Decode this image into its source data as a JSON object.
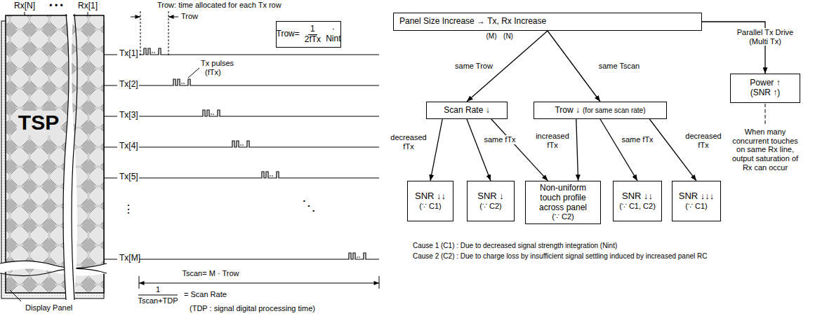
{
  "diagram": {
    "nodes": [
      {
        "text": [
          "Trow=",
          "1",
          "2fTx",
          "· Nint"
        ]
      },
      {
        "text": [
          "Panel Size Increase → Tx, Rx Increase"
        ]
      },
      {
        "text": [
          "Scan Rate ↓"
        ]
      },
      {
        "text": [
          "Trow ↓",
          "(for same scan rate)"
        ]
      },
      {
        "text": [
          "Power ↑",
          "(SNR ↑)"
        ]
      },
      {
        "text": [
          "SNR ↓↓",
          "(∵ C1)"
        ]
      },
      {
        "text": [
          "SNR ↓",
          "(∵ C2)"
        ]
      },
      {
        "text": [
          "Non-uniform touch profile across panel",
          "(∵ C2)"
        ]
      },
      {
        "text": [
          "SNR ↓↓",
          "(∵ C1, C2)"
        ]
      },
      {
        "text": [
          "SNR ↓↓↓",
          "(∵ C1)"
        ]
      }
    ],
    "edges": [
      {
        "from": 1,
        "to": 2,
        "arrow": "to",
        "label": "same Trow"
      },
      {
        "from": 1,
        "to": 3,
        "arrow": "to",
        "label": "same Tscan"
      },
      {
        "from": 1,
        "to": 4,
        "arrow": "to",
        "label": "Parallel Tx Drive (Multi Tx)"
      },
      {
        "from": 2,
        "to": 5,
        "arrow": "to",
        "label": "decreased fTx"
      },
      {
        "from": 2,
        "to": 6,
        "arrow": "to",
        "label": "same fTx"
      },
      {
        "from": 2,
        "to": 7,
        "arrow": "to"
      },
      {
        "from": 3,
        "to": 7,
        "arrow": "to",
        "label": "increased fTx"
      },
      {
        "from": 3,
        "to": 8,
        "arrow": "to",
        "label": "same fTx"
      },
      {
        "from": 3,
        "to": 9,
        "arrow": "to",
        "label": "decreased fTx"
      }
    ],
    "labels": [
      "Rx[N]",
      "• • •",
      "Rx[1]",
      "TSP",
      "Display Panel",
      "Tx[1]",
      "Tx[2]",
      "Tx[3]",
      "Tx[4]",
      "Tx[5]",
      "⋮",
      "Tx[M]",
      "Trow: time allocated for each Tx row",
      "Trow",
      "Tx pulses",
      "(fTx)",
      "⋱",
      "Tscan= M · Trow",
      "1",
      "Tscan+TDP",
      "= Scan Rate",
      "(TDP : signal digital processing time)",
      "(M)",
      "(N)",
      "When many concurrent touches on same Rx line, output saturation of Rx can occur",
      "Cause 1 (C1) : Due to decreased signal strength integration (Nint)",
      "Cause 2 (C2) : Due to charge loss by insufficient signal settling induced by increased panel RC"
    ]
  }
}
